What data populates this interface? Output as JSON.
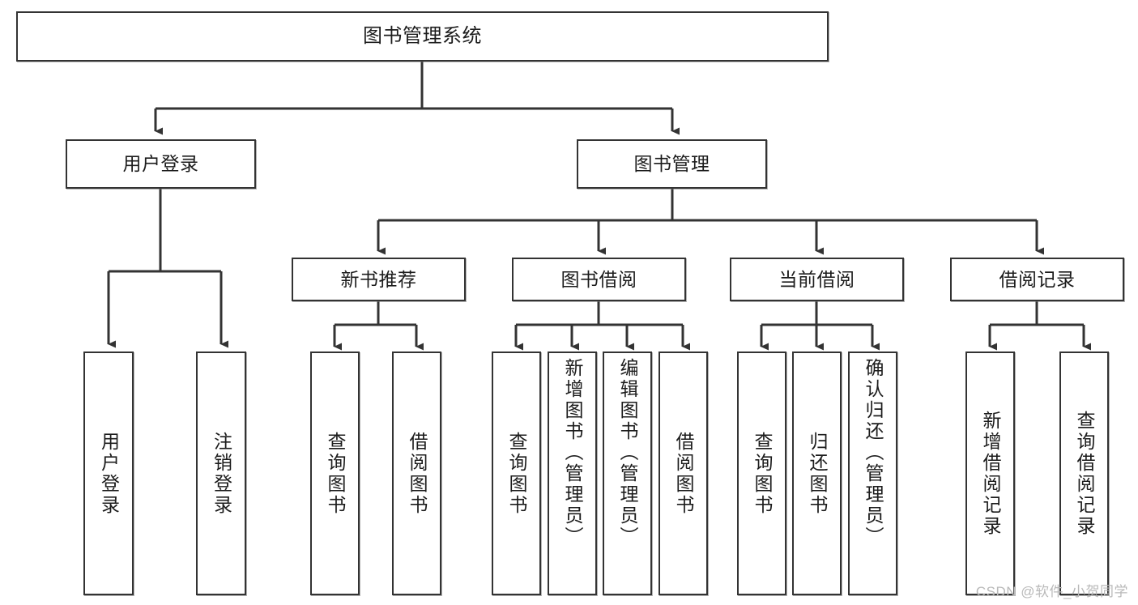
{
  "diagram": {
    "title": "图书管理系统",
    "type": "tree",
    "colors": {
      "background": "#ffffff",
      "node_border": "#333333",
      "node_fill": "#ffffff",
      "edge": "#333333",
      "text": "#1c1c1c",
      "watermark": "#b9b9b9"
    },
    "watermark": "CSDN @软件_小贺同学",
    "nodes": {
      "root": {
        "label": "图书管理系统",
        "level": 0,
        "orientation": "horizontal"
      },
      "user_login": {
        "label": "用户登录",
        "level": 1,
        "orientation": "horizontal"
      },
      "book_manage": {
        "label": "图书管理",
        "level": 1,
        "orientation": "horizontal"
      },
      "new_book_rec": {
        "label": "新书推荐",
        "level": 2,
        "orientation": "horizontal"
      },
      "book_borrow": {
        "label": "图书借阅",
        "level": 2,
        "orientation": "horizontal"
      },
      "current_borrow": {
        "label": "当前借阅",
        "level": 2,
        "orientation": "horizontal"
      },
      "borrow_record": {
        "label": "借阅记录",
        "level": 2,
        "orientation": "horizontal"
      },
      "leaf_user_login": {
        "label": "用户登录",
        "level": 2,
        "orientation": "vertical"
      },
      "leaf_logout": {
        "label": "注销登录",
        "level": 2,
        "orientation": "vertical"
      },
      "leaf_query_book_1": {
        "label": "查询图书",
        "level": 3,
        "orientation": "vertical"
      },
      "leaf_borrow_book_1": {
        "label": "借阅图书",
        "level": 3,
        "orientation": "vertical"
      },
      "leaf_query_book_2": {
        "label": "查询图书",
        "level": 3,
        "orientation": "vertical"
      },
      "leaf_add_book": {
        "label": "新增图书（管理员）",
        "level": 3,
        "orientation": "vertical"
      },
      "leaf_edit_book": {
        "label": "编辑图书（管理员）",
        "level": 3,
        "orientation": "vertical"
      },
      "leaf_borrow_book_2": {
        "label": "借阅图书",
        "level": 3,
        "orientation": "vertical"
      },
      "leaf_query_book_3": {
        "label": "查询图书",
        "level": 3,
        "orientation": "vertical"
      },
      "leaf_return_book": {
        "label": "归还图书",
        "level": 3,
        "orientation": "vertical"
      },
      "leaf_confirm_return": {
        "label": "确认归还（管理员）",
        "level": 3,
        "orientation": "vertical"
      },
      "leaf_add_record": {
        "label": "新增借阅记录",
        "level": 3,
        "orientation": "vertical"
      },
      "leaf_query_record": {
        "label": "查询借阅记录",
        "level": 3,
        "orientation": "vertical"
      }
    },
    "edges": [
      {
        "from": "root",
        "to": "user_login"
      },
      {
        "from": "root",
        "to": "book_manage"
      },
      {
        "from": "user_login",
        "to": "leaf_user_login"
      },
      {
        "from": "user_login",
        "to": "leaf_logout"
      },
      {
        "from": "book_manage",
        "to": "new_book_rec"
      },
      {
        "from": "book_manage",
        "to": "book_borrow"
      },
      {
        "from": "book_manage",
        "to": "current_borrow"
      },
      {
        "from": "book_manage",
        "to": "borrow_record"
      },
      {
        "from": "new_book_rec",
        "to": "leaf_query_book_1"
      },
      {
        "from": "new_book_rec",
        "to": "leaf_borrow_book_1"
      },
      {
        "from": "book_borrow",
        "to": "leaf_query_book_2"
      },
      {
        "from": "book_borrow",
        "to": "leaf_add_book"
      },
      {
        "from": "book_borrow",
        "to": "leaf_edit_book"
      },
      {
        "from": "book_borrow",
        "to": "leaf_borrow_book_2"
      },
      {
        "from": "current_borrow",
        "to": "leaf_query_book_3"
      },
      {
        "from": "current_borrow",
        "to": "leaf_return_book"
      },
      {
        "from": "current_borrow",
        "to": "leaf_confirm_return"
      },
      {
        "from": "borrow_record",
        "to": "leaf_add_record"
      },
      {
        "from": "borrow_record",
        "to": "leaf_query_record"
      }
    ]
  }
}
